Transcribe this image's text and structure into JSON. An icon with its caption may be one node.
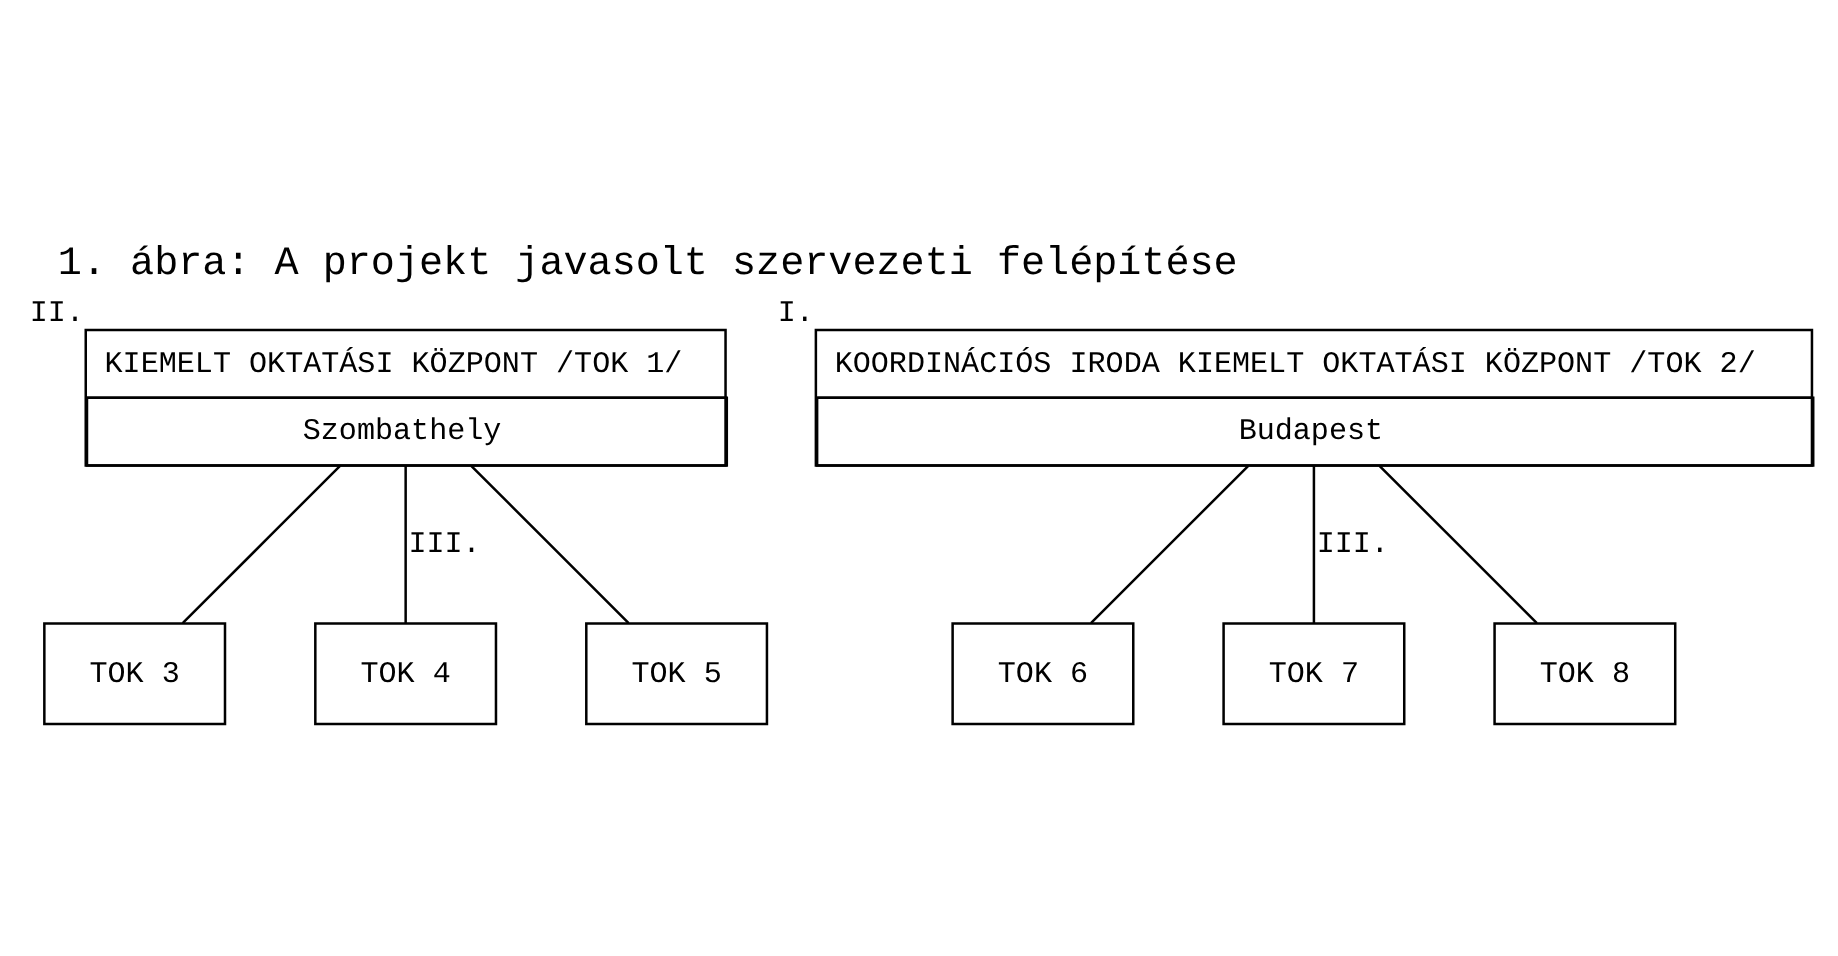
{
  "diagram": {
    "title": "1. ábra: A projekt javasolt szervezeti felépítése",
    "nodes": [
      {
        "text": [
          "KIEMELT OKTATÁSI KÖZPONT /TOK 1/",
          "Szombathely"
        ],
        "beside": [
          "II."
        ]
      },
      {
        "text": [
          "KOORDINÁCIÓS IRODA KIEMELT OKTATÁSI KÖZPONT /TOK 2/",
          "Budapest"
        ],
        "beside": [
          "I."
        ]
      },
      {
        "text": [
          "TOK 3"
        ]
      },
      {
        "text": [
          "TOK 4"
        ]
      },
      {
        "text": [
          "TOK 5"
        ]
      },
      {
        "text": [
          "TOK 6"
        ]
      },
      {
        "text": [
          "TOK 7"
        ]
      },
      {
        "text": [
          "TOK 8"
        ]
      }
    ],
    "edges": [
      {
        "from": 0,
        "to": 2,
        "arrow": "none"
      },
      {
        "from": 0,
        "to": 3,
        "arrow": "none",
        "label": "III."
      },
      {
        "from": 0,
        "to": 4,
        "arrow": "none"
      },
      {
        "from": 1,
        "to": 5,
        "arrow": "none"
      },
      {
        "from": 1,
        "to": 6,
        "arrow": "none",
        "label": "III."
      },
      {
        "from": 1,
        "to": 7,
        "arrow": "none"
      }
    ]
  }
}
